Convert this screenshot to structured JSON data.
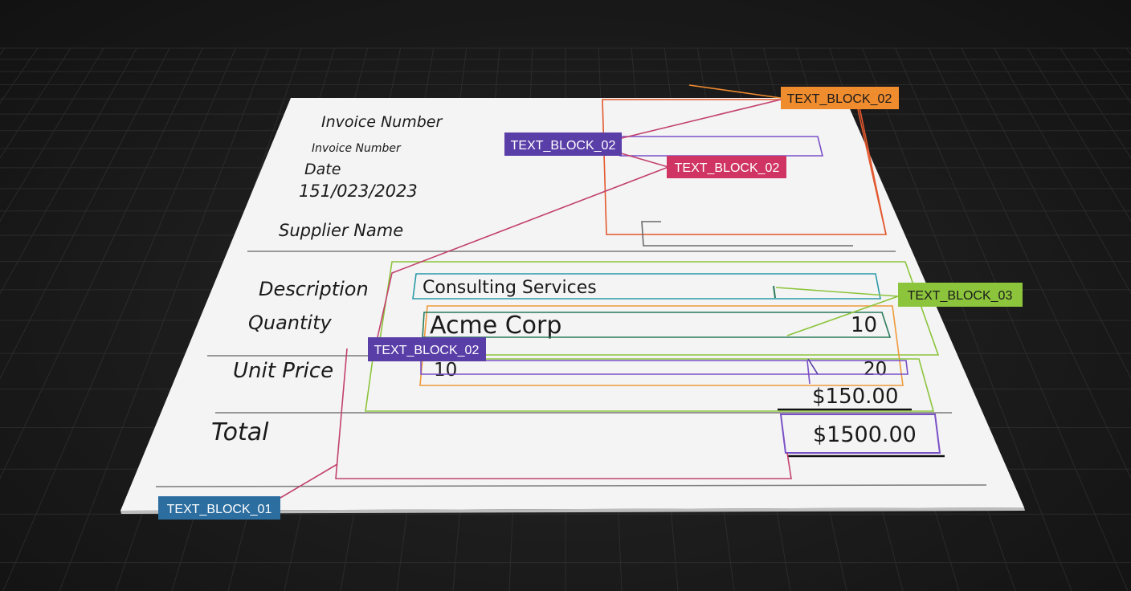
{
  "invoice": {
    "invoice_number_heading": "Invoice Number",
    "invoice_number_sub": "Invoice Number",
    "date_label": "Date",
    "date_value": "151/023/2023",
    "supplier_label": "Supplier Name",
    "description_label": "Description",
    "quantity_label": "Quantity",
    "unit_price_label": "Unit Price",
    "total_label": "Total",
    "description_value": "Consulting Services",
    "supplier_value": "Acme Corp",
    "quantity_value": "10",
    "unit_price_left": "10",
    "unit_price_right": "20",
    "line_amount": "$150.00",
    "total_amount": "$1500.00"
  },
  "tags": [
    {
      "id": "tag-orange-top",
      "text": "TEXT_BLOCK_02",
      "color": "#ef8c2e",
      "text_color": "#1a1a1a"
    },
    {
      "id": "tag-purple-top",
      "text": "TEXT_BLOCK_02",
      "color": "#5a3ea8",
      "text_color": "#ffffff"
    },
    {
      "id": "tag-pink",
      "text": "TEXT_BLOCK_02",
      "color": "#cf3462",
      "text_color": "#ffffff"
    },
    {
      "id": "tag-green",
      "text": "TEXT_BLOCK_03",
      "color": "#8cc43c",
      "text_color": "#1a1a1a"
    },
    {
      "id": "tag-purple-mid",
      "text": "TEXT_BLOCK_02",
      "color": "#5a3ea8",
      "text_color": "#ffffff"
    },
    {
      "id": "tag-blue",
      "text": "TEXT_BLOCK_01",
      "color": "#2c6ea0",
      "text_color": "#ffffff"
    }
  ],
  "colors": {
    "orange": "#e2582e",
    "orange_light": "#ef9a3a",
    "purple": "#7a50c8",
    "pink": "#c2416e",
    "green": "#8cc43c",
    "teal": "#2a9aa8",
    "dark_green": "#2a7a5a",
    "grey": "#6a6a6a"
  }
}
